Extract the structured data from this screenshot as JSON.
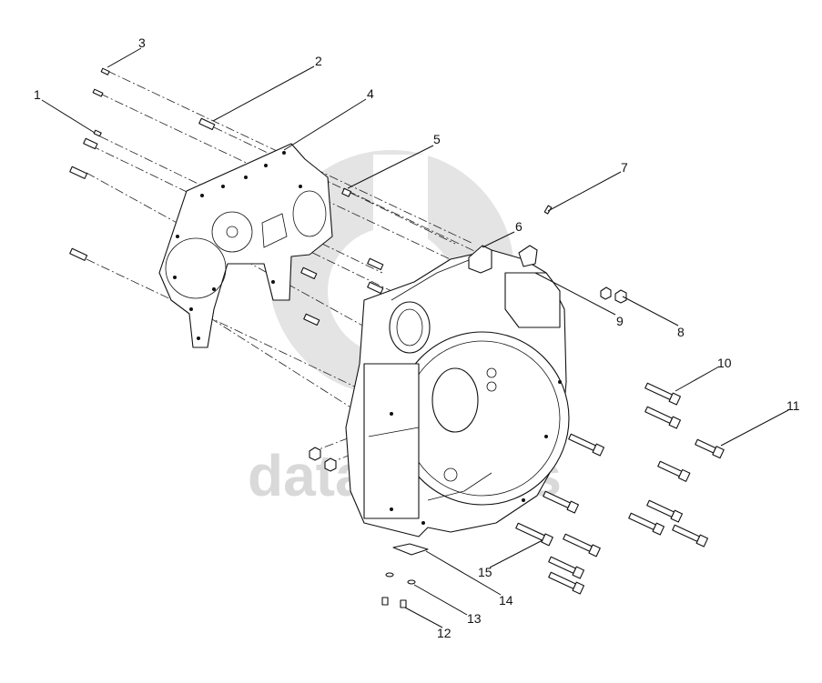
{
  "watermark": {
    "text": "datadiparts",
    "color": "#d9d9d9"
  },
  "callouts": [
    {
      "id": "1",
      "label": "1"
    },
    {
      "id": "2",
      "label": "2"
    },
    {
      "id": "3",
      "label": "3"
    },
    {
      "id": "4",
      "label": "4"
    },
    {
      "id": "5",
      "label": "5"
    },
    {
      "id": "6",
      "label": "6"
    },
    {
      "id": "7",
      "label": "7"
    },
    {
      "id": "8",
      "label": "8"
    },
    {
      "id": "9",
      "label": "9"
    },
    {
      "id": "10",
      "label": "10"
    },
    {
      "id": "11",
      "label": "11"
    },
    {
      "id": "12",
      "label": "12"
    },
    {
      "id": "13",
      "label": "13"
    },
    {
      "id": "14",
      "label": "14"
    },
    {
      "id": "15",
      "label": "15"
    }
  ]
}
